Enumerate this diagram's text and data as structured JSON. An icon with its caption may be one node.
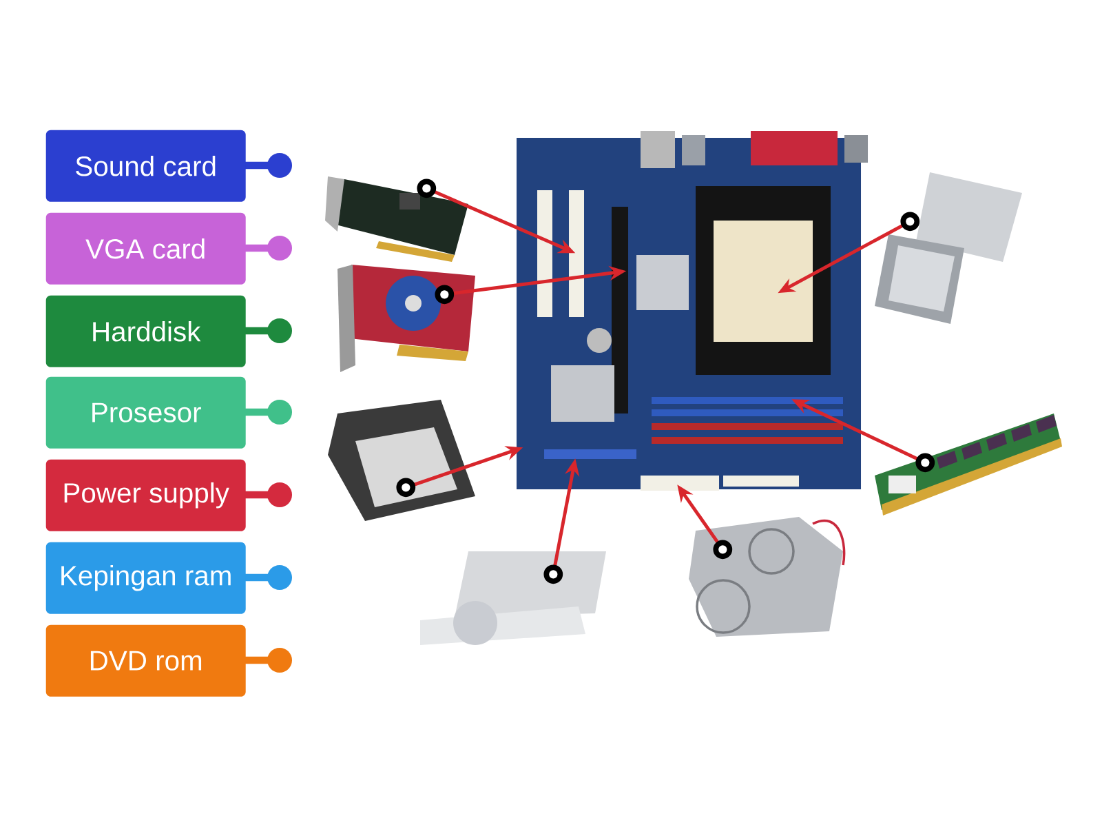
{
  "diagram": {
    "nodes": [
      {
        "text": [
          "Sound card"
        ]
      },
      {
        "text": [
          "VGA card"
        ]
      },
      {
        "text": [
          "Harddisk"
        ]
      },
      {
        "text": [
          "Prosesor"
        ]
      },
      {
        "text": [
          "Power supply"
        ]
      },
      {
        "text": [
          "Kepingan ram"
        ]
      },
      {
        "text": [
          "DVD rom"
        ]
      },
      {
        "text": [],
        "shape": "picture"
      },
      {
        "text": [],
        "shape": "picture"
      },
      {
        "text": [],
        "shape": "picture"
      },
      {
        "text": [],
        "shape": "picture"
      },
      {
        "text": [],
        "shape": "picture"
      },
      {
        "text": [],
        "shape": "picture"
      },
      {
        "text": [],
        "shape": "picture"
      },
      {
        "text": [],
        "shape": "picture"
      }
    ],
    "edges": [
      {
        "from": 8,
        "to": 7,
        "arrow": "to"
      },
      {
        "from": 9,
        "to": 7,
        "arrow": "to"
      },
      {
        "from": 10,
        "to": 7,
        "arrow": "to"
      },
      {
        "from": 11,
        "to": 7,
        "arrow": "to"
      },
      {
        "from": 12,
        "to": 7,
        "arrow": "to"
      },
      {
        "from": 13,
        "to": 7,
        "arrow": "to"
      },
      {
        "from": 14,
        "to": 7,
        "arrow": "to"
      }
    ]
  }
}
